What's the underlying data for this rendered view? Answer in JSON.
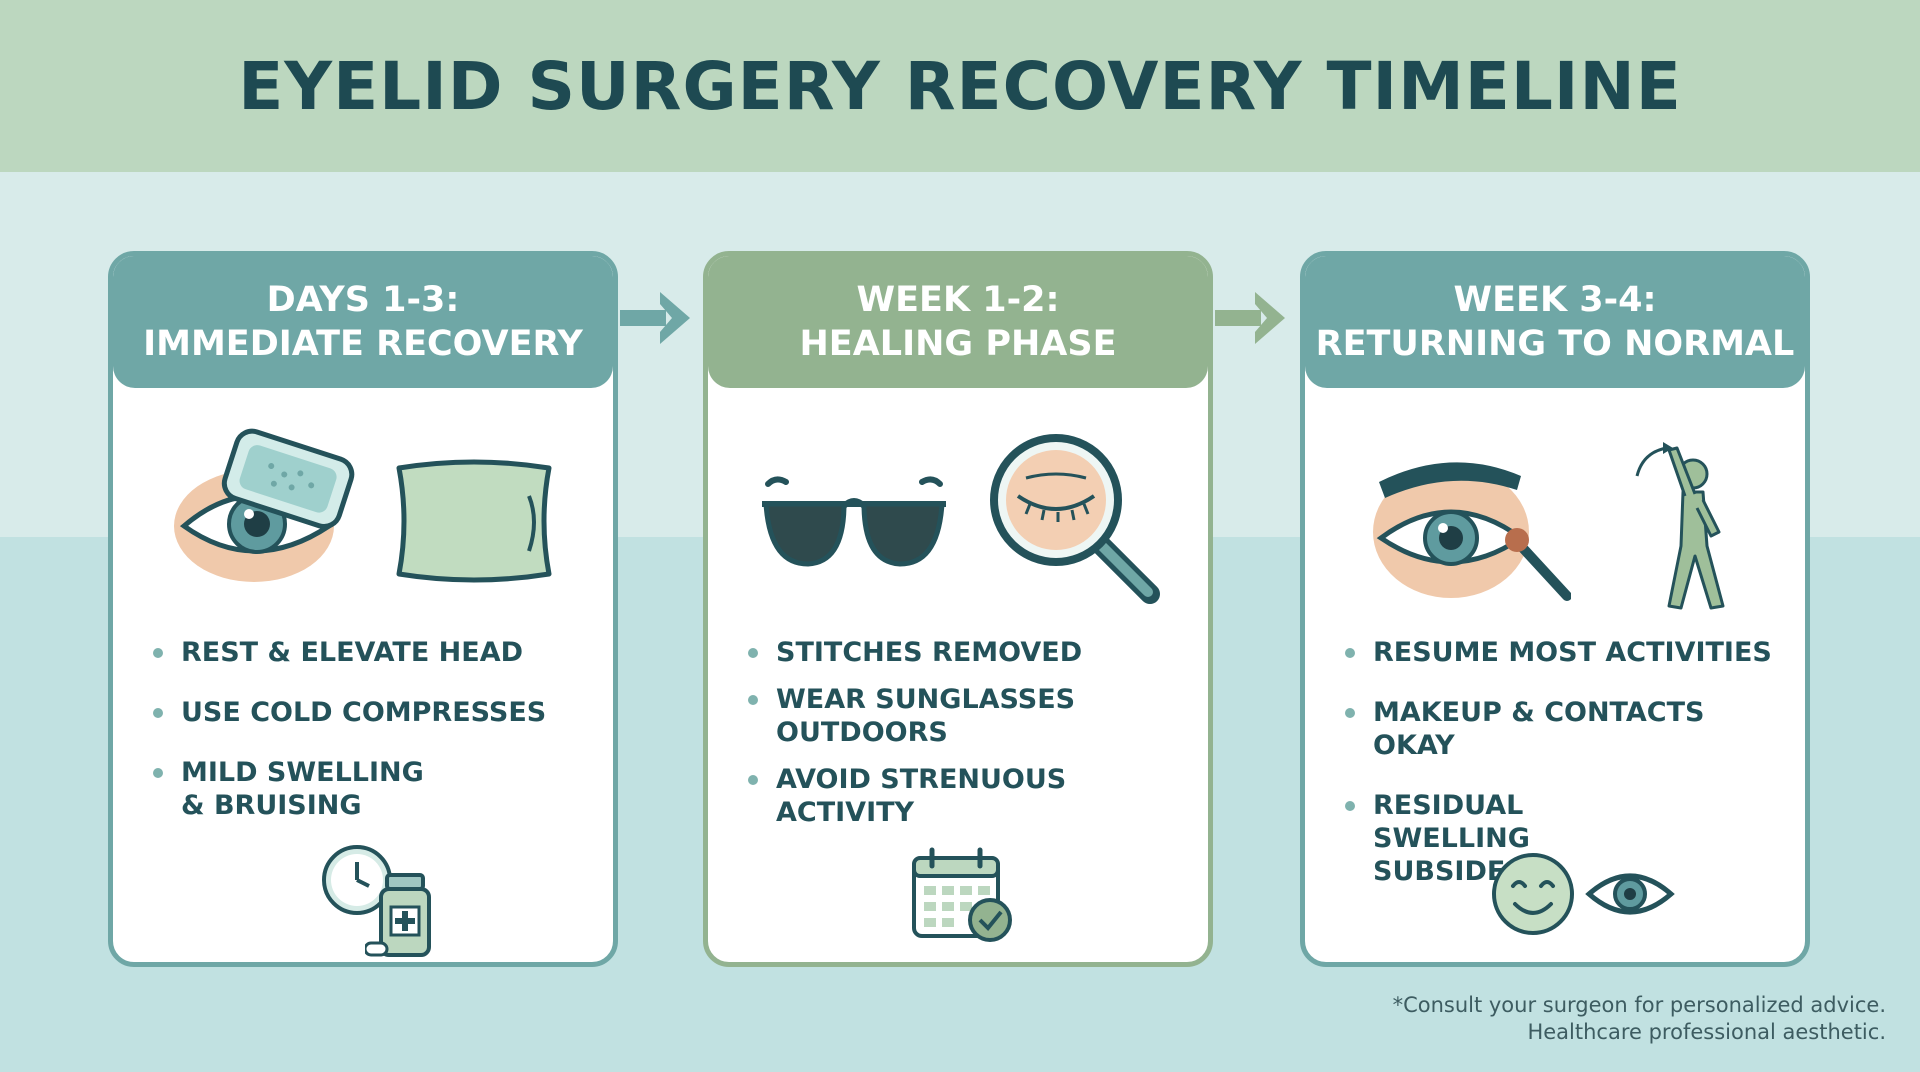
{
  "title": "EYELID SURGERY RECOVERY TIMELINE",
  "stages": [
    {
      "header_line1": "DAYS 1-3:",
      "header_line2": "IMMEDIATE RECOVERY",
      "bullets": [
        "REST & ELEVATE HEAD",
        "USE COLD COMPRESSES",
        "MILD SWELLING & BRUISING"
      ],
      "icons": [
        "eye-cold-compress-icon",
        "pillow-icon",
        "clock-icon",
        "medicine-bottle-icon"
      ]
    },
    {
      "header_line1": "WEEK 1-2:",
      "header_line2": "HEALING PHASE",
      "bullets": [
        "STITCHES REMOVED",
        "WEAR SUNGLASSES OUTDOORS",
        "AVOID STRENUOUS ACTIVITY"
      ],
      "icons": [
        "sunglasses-icon",
        "magnifier-closed-eye-icon",
        "calendar-check-icon"
      ]
    },
    {
      "header_line1": "WEEK 3-4:",
      "header_line2": "RETURNING TO NORMAL",
      "bullets": [
        "RESUME MOST ACTIVITIES",
        "MAKEUP & CONTACTS OKAY",
        "RESIDUAL SWELLING SUBSIDES"
      ],
      "icons": [
        "eye-makeup-brush-icon",
        "stretching-person-icon",
        "smiley-face-icon",
        "eye-icon"
      ]
    }
  ],
  "footnote_line1": "*Consult your surgeon for personalized advice.",
  "footnote_line2": "Healthcare professional aesthetic.",
  "colors": {
    "title": "#1e4a52",
    "teal_header": "#6fa7a6",
    "green_header": "#93b390",
    "band": "#bcd7bf",
    "background_top": "#d8ebea",
    "background_bottom": "#c1e1e1"
  }
}
